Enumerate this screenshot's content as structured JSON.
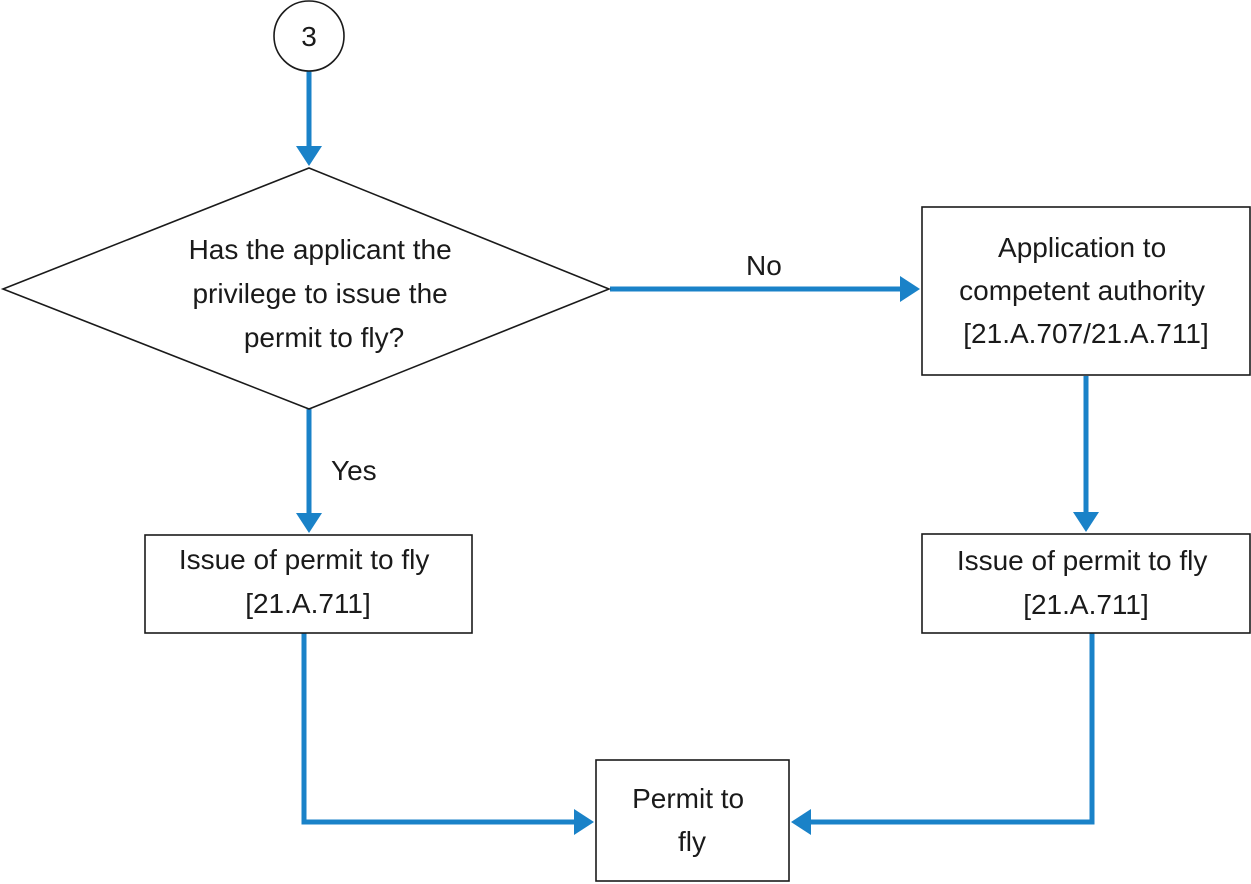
{
  "colors": {
    "connector": "#1a82c8",
    "outline": "#1a1a1a",
    "text": "#1a1a1a",
    "background": "#ffffff"
  },
  "connector_start": {
    "label": "3"
  },
  "decision_privilege": {
    "lines": [
      "Has the applicant the",
      "privilege to issue the",
      "permit to fly?"
    ]
  },
  "application_authority": {
    "lines": [
      "Application to",
      "competent authority",
      "[21.A.707/21.A.711]"
    ]
  },
  "issue_left": {
    "lines": [
      "Issue of permit to fly",
      "[21.A.711]"
    ]
  },
  "issue_right": {
    "lines": [
      "Issue of permit to fly",
      "[21.A.711]"
    ]
  },
  "permit_result": {
    "lines": [
      "Permit to",
      "fly"
    ]
  },
  "edges": {
    "no_label": "No",
    "yes_label": "Yes"
  }
}
